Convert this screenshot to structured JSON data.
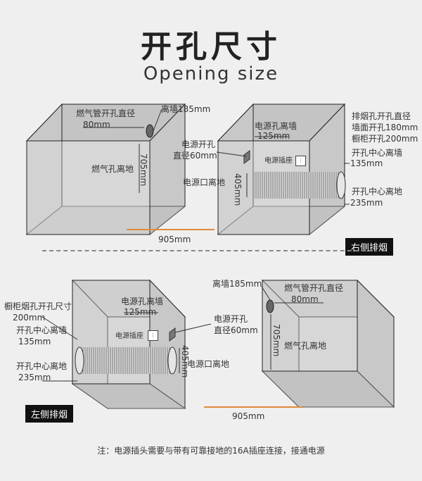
{
  "title": "开孔尺寸",
  "subtitle": "Opening size",
  "divider_badges": {
    "right": "右侧排烟",
    "left": "左侧排烟"
  },
  "top_left_box": {
    "gas_pipe_label": "燃气管开孔直径",
    "gas_pipe_value": "80mm",
    "wall_distance": "离墙185mm",
    "height_value": "705mm",
    "gas_floor_label": "燃气孔离地",
    "width_value": "905mm"
  },
  "top_right_box": {
    "power_hole_wall_label": "电源孔离墙",
    "power_hole_wall_value": "125mm",
    "power_open_label": "电源开孔",
    "power_open_value": "直径60mm",
    "socket_label": "电源插座",
    "exhaust_label": "排烟孔开孔直径",
    "exhaust_wall_label": "墙面开孔180mm",
    "exhaust_cabinet_label": "橱柜开孔200mm",
    "center_wall_label": "开孔中心离墙",
    "center_wall_value": "135mm",
    "height_value": "405mm",
    "power_floor_label": "电源口离地",
    "center_floor_label": "开孔中心离地",
    "center_floor_value": "235mm"
  },
  "bottom_left_box": {
    "cabinet_smoke_label": "橱柜烟孔开孔尺寸",
    "cabinet_smoke_value": "200mm",
    "center_wall_label": "开孔中心离墙",
    "center_wall_value": "135mm",
    "center_floor_label": "开孔中心离地",
    "center_floor_value": "235mm",
    "power_hole_wall_label": "电源孔离墙",
    "power_hole_wall_value": "125mm",
    "socket_label": "电源插座",
    "power_open_label": "电源开孔",
    "power_open_value": "直径60mm",
    "height_value": "405mm",
    "power_floor_label": "电源口离地"
  },
  "bottom_right_box": {
    "wall_distance": "离墙185mm",
    "gas_pipe_label": "燃气管开孔直径",
    "gas_pipe_value": "80mm",
    "height_value": "705mm",
    "gas_floor_label": "燃气孔离地",
    "width_value": "905mm"
  },
  "note": "注：电源插头需要与带有可靠接地的16A插座连接，接通电源"
}
